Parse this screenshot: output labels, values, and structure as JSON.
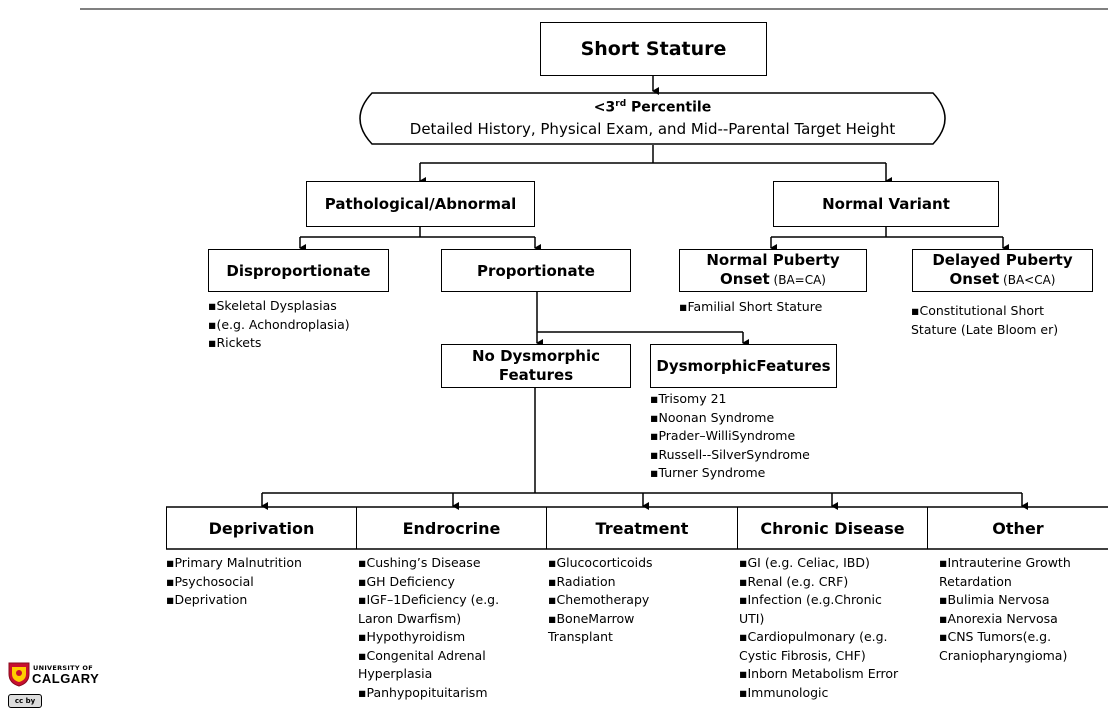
{
  "title": "Short Stature",
  "percentile": {
    "main": "<3",
    "sup": "rd",
    "rest": " Percentile",
    "subtitle": "Detailed History, Physical Exam, and Mid--Parental Target Height"
  },
  "pathological": "Pathological/Abnormal",
  "normal_variant": "Normal Variant",
  "disproportionate": {
    "label": "Disproportionate",
    "items": [
      "▪Skeletal Dysplasias",
      "▪(e.g. Achondroplasia)",
      "▪Rickets"
    ]
  },
  "proportionate": "Proportionate",
  "normal_puberty": {
    "line1": "Normal Puberty",
    "line2": "Onset",
    "small": " (BA=CA)",
    "items": [
      "▪Familial Short Stature"
    ]
  },
  "delayed_puberty": {
    "line1": "Delayed Puberty",
    "line2": "Onset",
    "small": " (BA<CA)",
    "items": [
      "▪Constitutional Short",
      "Stature (Late Bloom er)"
    ]
  },
  "no_dysmorphic": {
    "line1": "No Dysmorphic",
    "line2": "Features"
  },
  "dysmorphic": {
    "label": "DysmorphicFeatures",
    "items": [
      "▪Trisomy 21",
      "▪Noonan Syndrome",
      "▪Prader–WilliSyndrome",
      "▪Russell--SilverSyndrome",
      "▪Turner Syndrome"
    ]
  },
  "categories": [
    {
      "label": "Deprivation",
      "items": [
        "▪Primary Malnutrition",
        "▪Psychosocial",
        "▪Deprivation"
      ]
    },
    {
      "label": "Endrocrine",
      "items": [
        "▪Cushing’s Disease",
        "▪GH Deficiency",
        "▪IGF–1Deficiency (e.g.",
        "Laron Dwarfism)",
        "▪Hypothyroidism",
        "▪Congenital Adrenal",
        "Hyperplasia",
        "▪Panhypopituitarism"
      ]
    },
    {
      "label": "Treatment",
      "items": [
        "▪Glucocorticoids",
        "▪Radiation",
        "▪Chemotherapy",
        "▪BoneMarrow",
        "Transplant"
      ]
    },
    {
      "label": "Chronic Disease",
      "items": [
        "▪GI (e.g. Celiac, IBD)",
        "▪Renal (e.g. CRF)",
        "▪Infection (e.g.Chronic",
        "UTI)",
        "▪Cardiopulmonary (e.g.",
        "Cystic Fibrosis, CHF)",
        "▪Inborn Metabolism Error",
        "▪Immunologic"
      ]
    },
    {
      "label": "Other",
      "items": [
        "▪Intrauterine Growth",
        "Retardation",
        "▪Bulimia Nervosa",
        "▪Anorexia Nervosa",
        "▪CNS Tumors(e.g.",
        "Craniopharyngioma)"
      ]
    }
  ],
  "logo": {
    "line1": "UNIVERSITY OF",
    "line2": "CALGARY",
    "license": "cc by"
  },
  "colors": {
    "line": "#000000",
    "logo_red": "#c8102e",
    "logo_gold": "#ffcd00"
  }
}
